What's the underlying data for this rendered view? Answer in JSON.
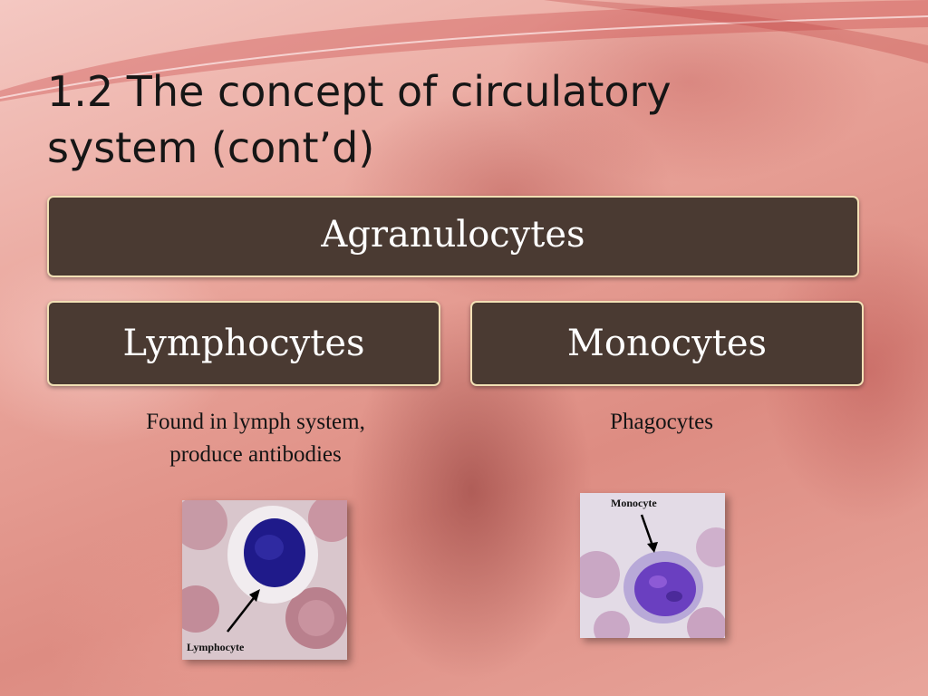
{
  "title": {
    "line1": "1.2 The concept of circulatory",
    "line2": "system (cont’d)"
  },
  "hierarchy": {
    "root": "Agranulocytes",
    "children": [
      {
        "label": "Lymphocytes",
        "description": [
          "Found in lymph system,",
          "produce antibodies"
        ]
      },
      {
        "label": "Monocytes",
        "description": [
          "Phagocytes"
        ]
      }
    ]
  },
  "images": {
    "left_caption": "Lymphocyte",
    "right_caption": "Monocyte"
  },
  "colors": {
    "box_fill": "#4a3a32",
    "box_border": "#f2e0b5",
    "background": "#e9a49a"
  }
}
